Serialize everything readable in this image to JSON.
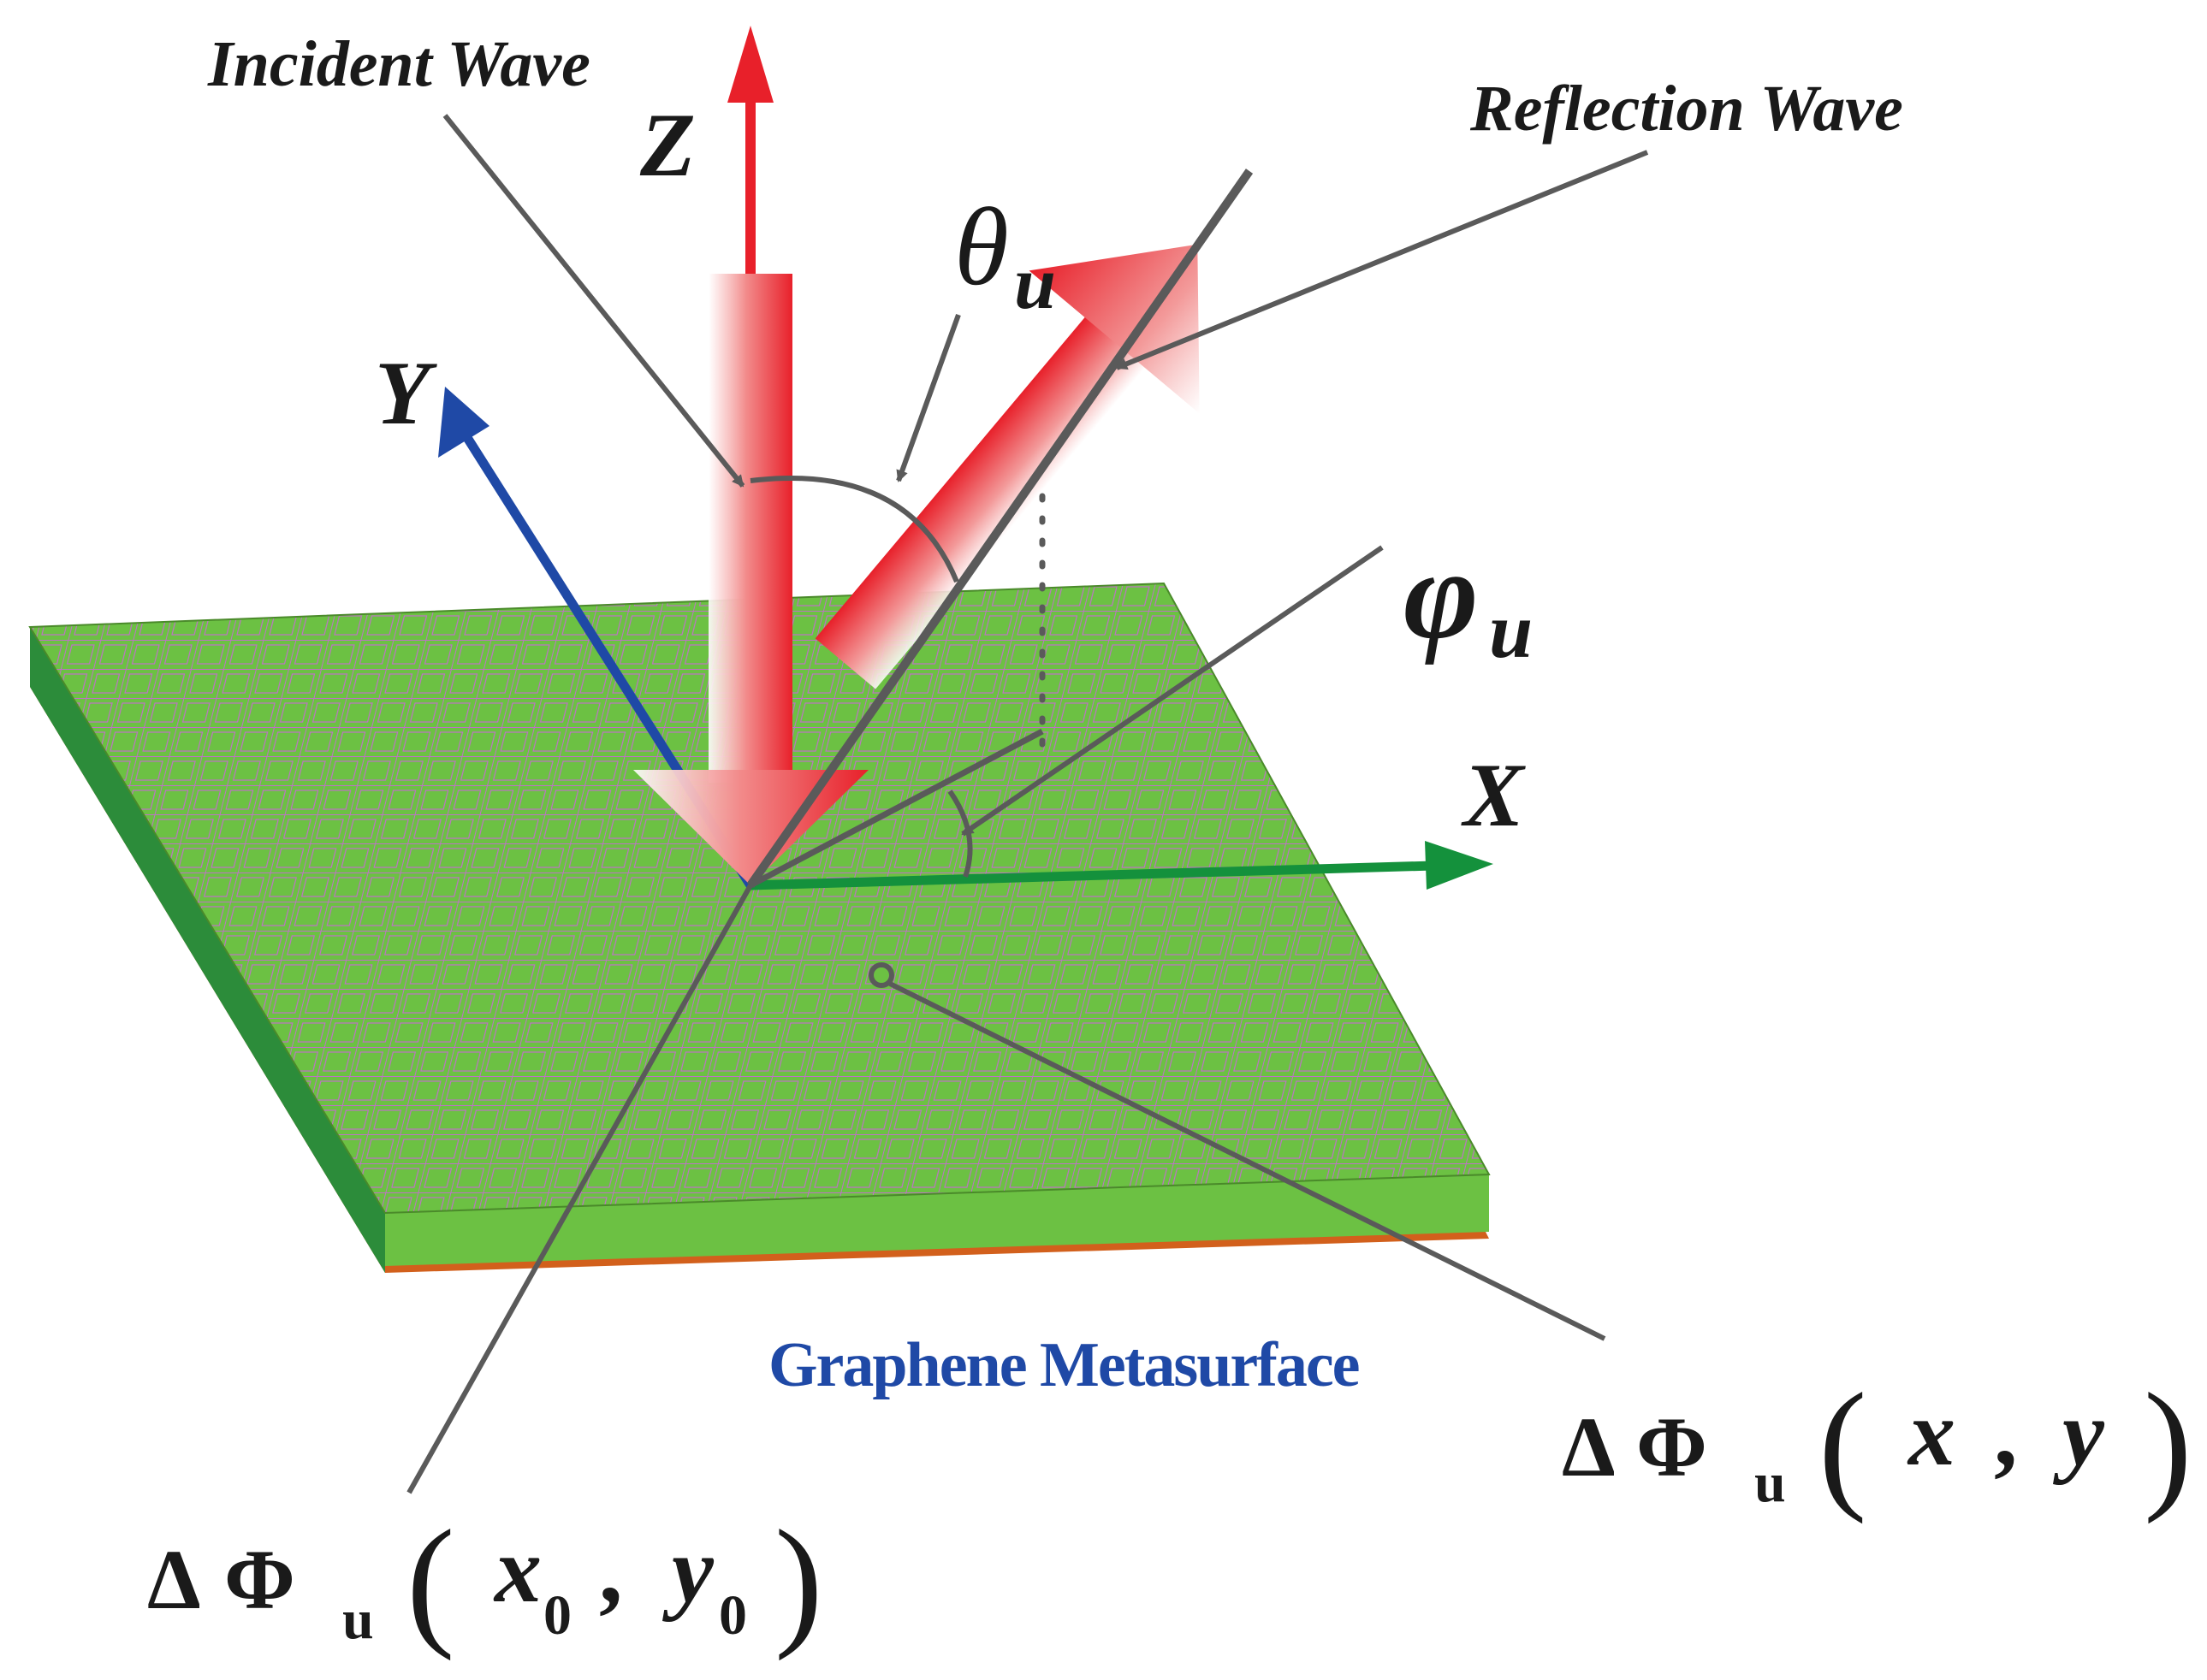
{
  "labels": {
    "incident_wave": "Incident Wave",
    "reflection_wave": "Reflection Wave",
    "z_axis": "Z",
    "y_axis": "Y",
    "x_axis": "X",
    "theta_symbol": "θ",
    "theta_sub": "u",
    "phi_symbol": "φ",
    "phi_sub": "u",
    "metasurface": "Graphene Metasurface",
    "delta_phi_xy": {
      "delta": "Δ",
      "phi": "Φ",
      "sub": "u",
      "open": "(",
      "x": "x",
      "comma": ",",
      "y": "y",
      "close": ")"
    },
    "delta_phi_x0y0": {
      "delta": "Δ",
      "phi": "Φ",
      "sub": "u",
      "open": "(",
      "x": "x",
      "x_sub": "0",
      "comma": ",",
      "y": "y",
      "y_sub": "0",
      "close": ")"
    }
  },
  "colors": {
    "z_axis": "#e8202a",
    "y_axis": "#1f49a6",
    "x_axis": "#14913c",
    "surface_top": "#6cc143",
    "surface_side": "#2c8c3a",
    "surface_bottom": "#d2601c",
    "grid_lines": "#c070c8",
    "leader_lines": "#5a5a5a",
    "metasurface_label": "#1f49a6",
    "wave_arrow": "#e8202a"
  }
}
